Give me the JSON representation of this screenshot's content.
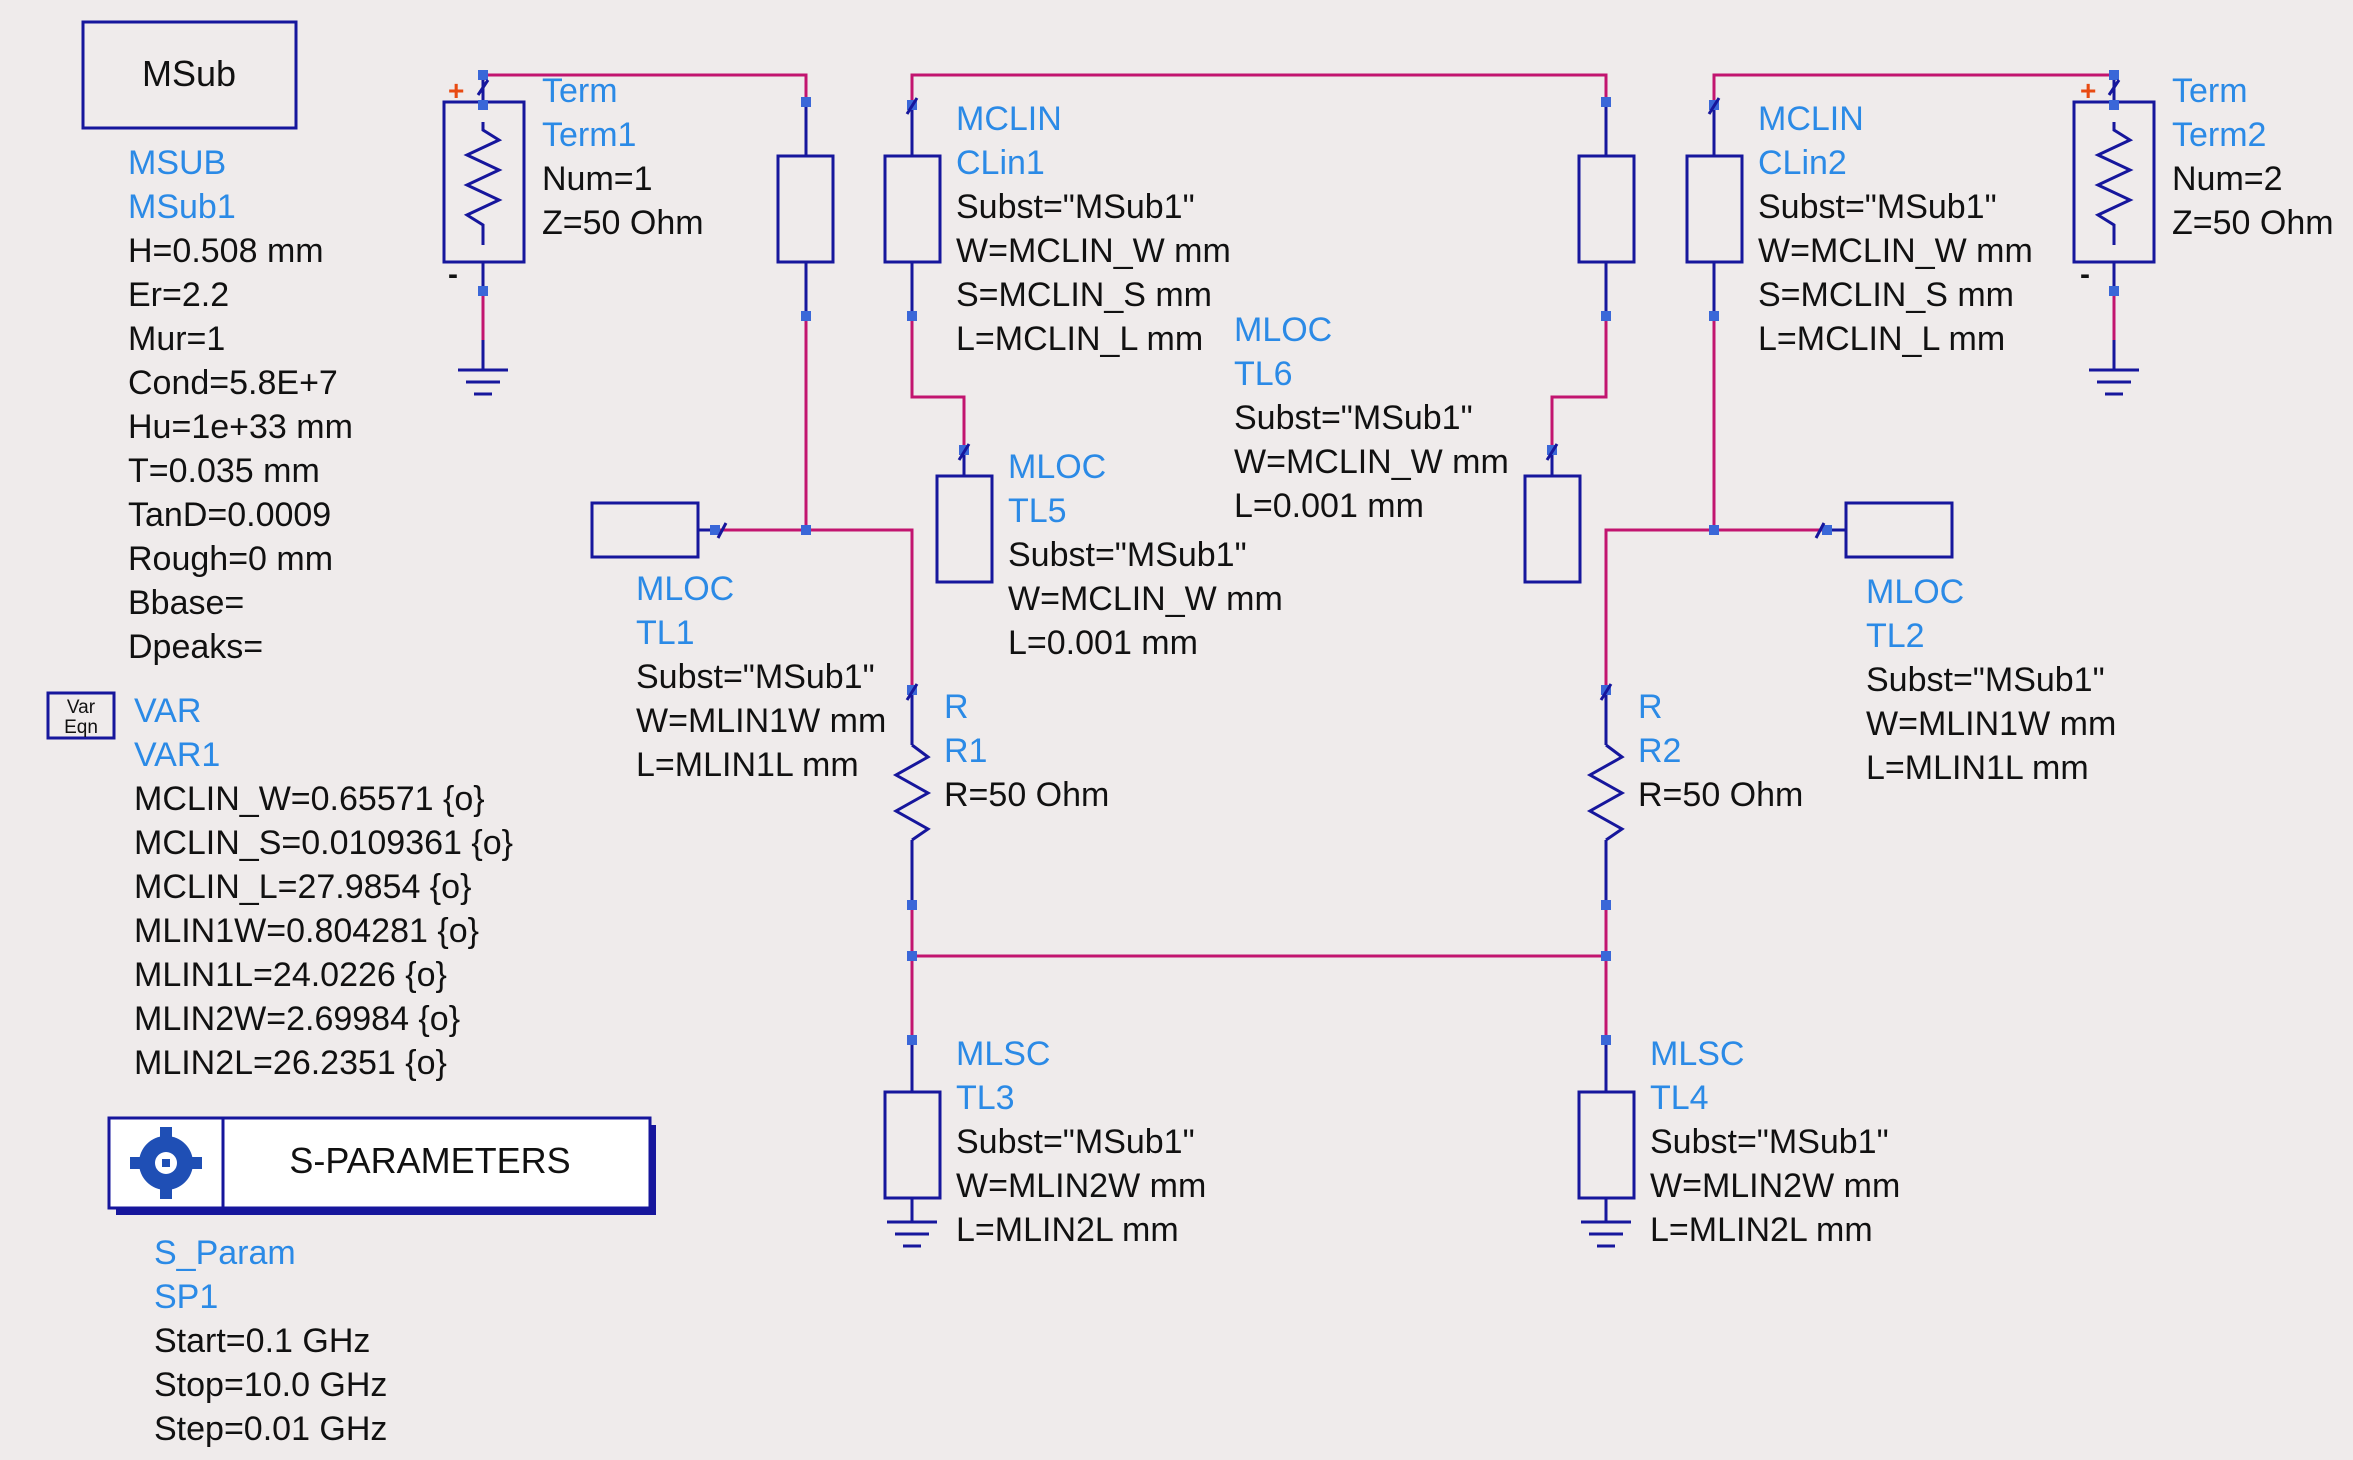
{
  "msub_box": {
    "symbol": "MSub"
  },
  "msub": {
    "type": "MSUB",
    "name": "MSub1",
    "params": [
      "H=0.508 mm",
      "Er=2.2",
      "Mur=1",
      "Cond=5.8E+7",
      "Hu=1e+33 mm",
      "T=0.035 mm",
      "TanD=0.0009",
      "Rough=0 mm",
      "Bbase=",
      "Dpeaks="
    ]
  },
  "var_icon": {
    "line1": "Var",
    "line2": "Eqn"
  },
  "var": {
    "type": "VAR",
    "name": "VAR1",
    "params": [
      "MCLIN_W=0.65571 {o}",
      "MCLIN_S=0.0109361 {o}",
      "MCLIN_L=27.9854 {o}",
      "MLIN1W=0.804281 {o}",
      "MLIN1L=24.0226 {o}",
      "MLIN2W=2.69984 {o}",
      "MLIN2L=26.2351 {o}"
    ]
  },
  "sparam_box": {
    "title": "S-PARAMETERS"
  },
  "sparam": {
    "type": "S_Param",
    "name": "SP1",
    "params": [
      "Start=0.1 GHz",
      "Stop=10.0 GHz",
      "Step=0.01 GHz"
    ]
  },
  "term1": {
    "type": "Term",
    "name": "Term1",
    "params": [
      "Num=1",
      "Z=50 Ohm"
    ],
    "plus": "+",
    "minus": "-"
  },
  "term2": {
    "type": "Term",
    "name": "Term2",
    "params": [
      "Num=2",
      "Z=50 Ohm"
    ],
    "plus": "+",
    "minus": "-"
  },
  "clin1": {
    "type": "MCLIN",
    "name": "CLin1",
    "params": [
      "Subst=\"MSub1\"",
      "W=MCLIN_W mm",
      "S=MCLIN_S mm",
      "L=MCLIN_L mm"
    ]
  },
  "clin2": {
    "type": "MCLIN",
    "name": "CLin2",
    "params": [
      "Subst=\"MSub1\"",
      "W=MCLIN_W mm",
      "S=MCLIN_S mm",
      "L=MCLIN_L mm"
    ]
  },
  "tl6": {
    "type": "MLOC",
    "name": "TL6",
    "params": [
      "Subst=\"MSub1\"",
      "W=MCLIN_W mm",
      "L=0.001 mm"
    ]
  },
  "tl5": {
    "type": "MLOC",
    "name": "TL5",
    "params": [
      "Subst=\"MSub1\"",
      "W=MCLIN_W mm",
      "L=0.001 mm"
    ]
  },
  "tl1": {
    "type": "MLOC",
    "name": "TL1",
    "params": [
      "Subst=\"MSub1\"",
      "W=MLIN1W mm",
      "L=MLIN1L mm"
    ]
  },
  "tl2": {
    "type": "MLOC",
    "name": "TL2",
    "params": [
      "Subst=\"MSub1\"",
      "W=MLIN1W mm",
      "L=MLIN1L mm"
    ]
  },
  "r1": {
    "type": "R",
    "name": "R1",
    "params": [
      "R=50 Ohm"
    ]
  },
  "r2": {
    "type": "R",
    "name": "R2",
    "params": [
      "R=50 Ohm"
    ]
  },
  "tl3": {
    "type": "MLSC",
    "name": "TL3",
    "params": [
      "Subst=\"MSub1\"",
      "W=MLIN2W mm",
      "L=MLIN2L mm"
    ]
  },
  "tl4": {
    "type": "MLSC",
    "name": "TL4",
    "params": [
      "Subst=\"MSub1\"",
      "W=MLIN2W mm",
      "L=MLIN2L mm"
    ]
  },
  "colors": {
    "wire": "#c2146f",
    "component": "#16169c",
    "pin": "#3a67d8",
    "header_text": "#2b8ae6",
    "param_text": "#111111",
    "background": "#efebeb"
  }
}
